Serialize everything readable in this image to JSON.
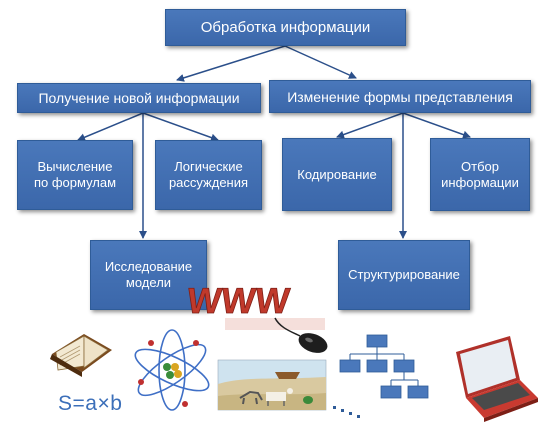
{
  "diagram": {
    "root": "Обработка информации",
    "branches": [
      {
        "label": "Получение новой информации",
        "children": [
          "Вычисление\nпо формулам",
          "Логические\nрассуждения",
          "Исследование\nмодели"
        ]
      },
      {
        "label": "Изменение формы представления",
        "children": [
          "Кодирование",
          "Отбор\nинформации",
          "Структурирование"
        ]
      }
    ]
  },
  "illustrations": {
    "formula": "S=a×b",
    "www": "WWW",
    "icons": [
      "book-icon",
      "atom-icon",
      "www-logo",
      "mouse-icon",
      "landscape-picture",
      "org-chart-icon",
      "laptop-icon"
    ]
  },
  "colors": {
    "box_fill": "#4a78bb",
    "box_border": "#2f5c98",
    "connector": "#2b4f8a",
    "text": "#ffffff",
    "www_red": "#c0392b"
  }
}
